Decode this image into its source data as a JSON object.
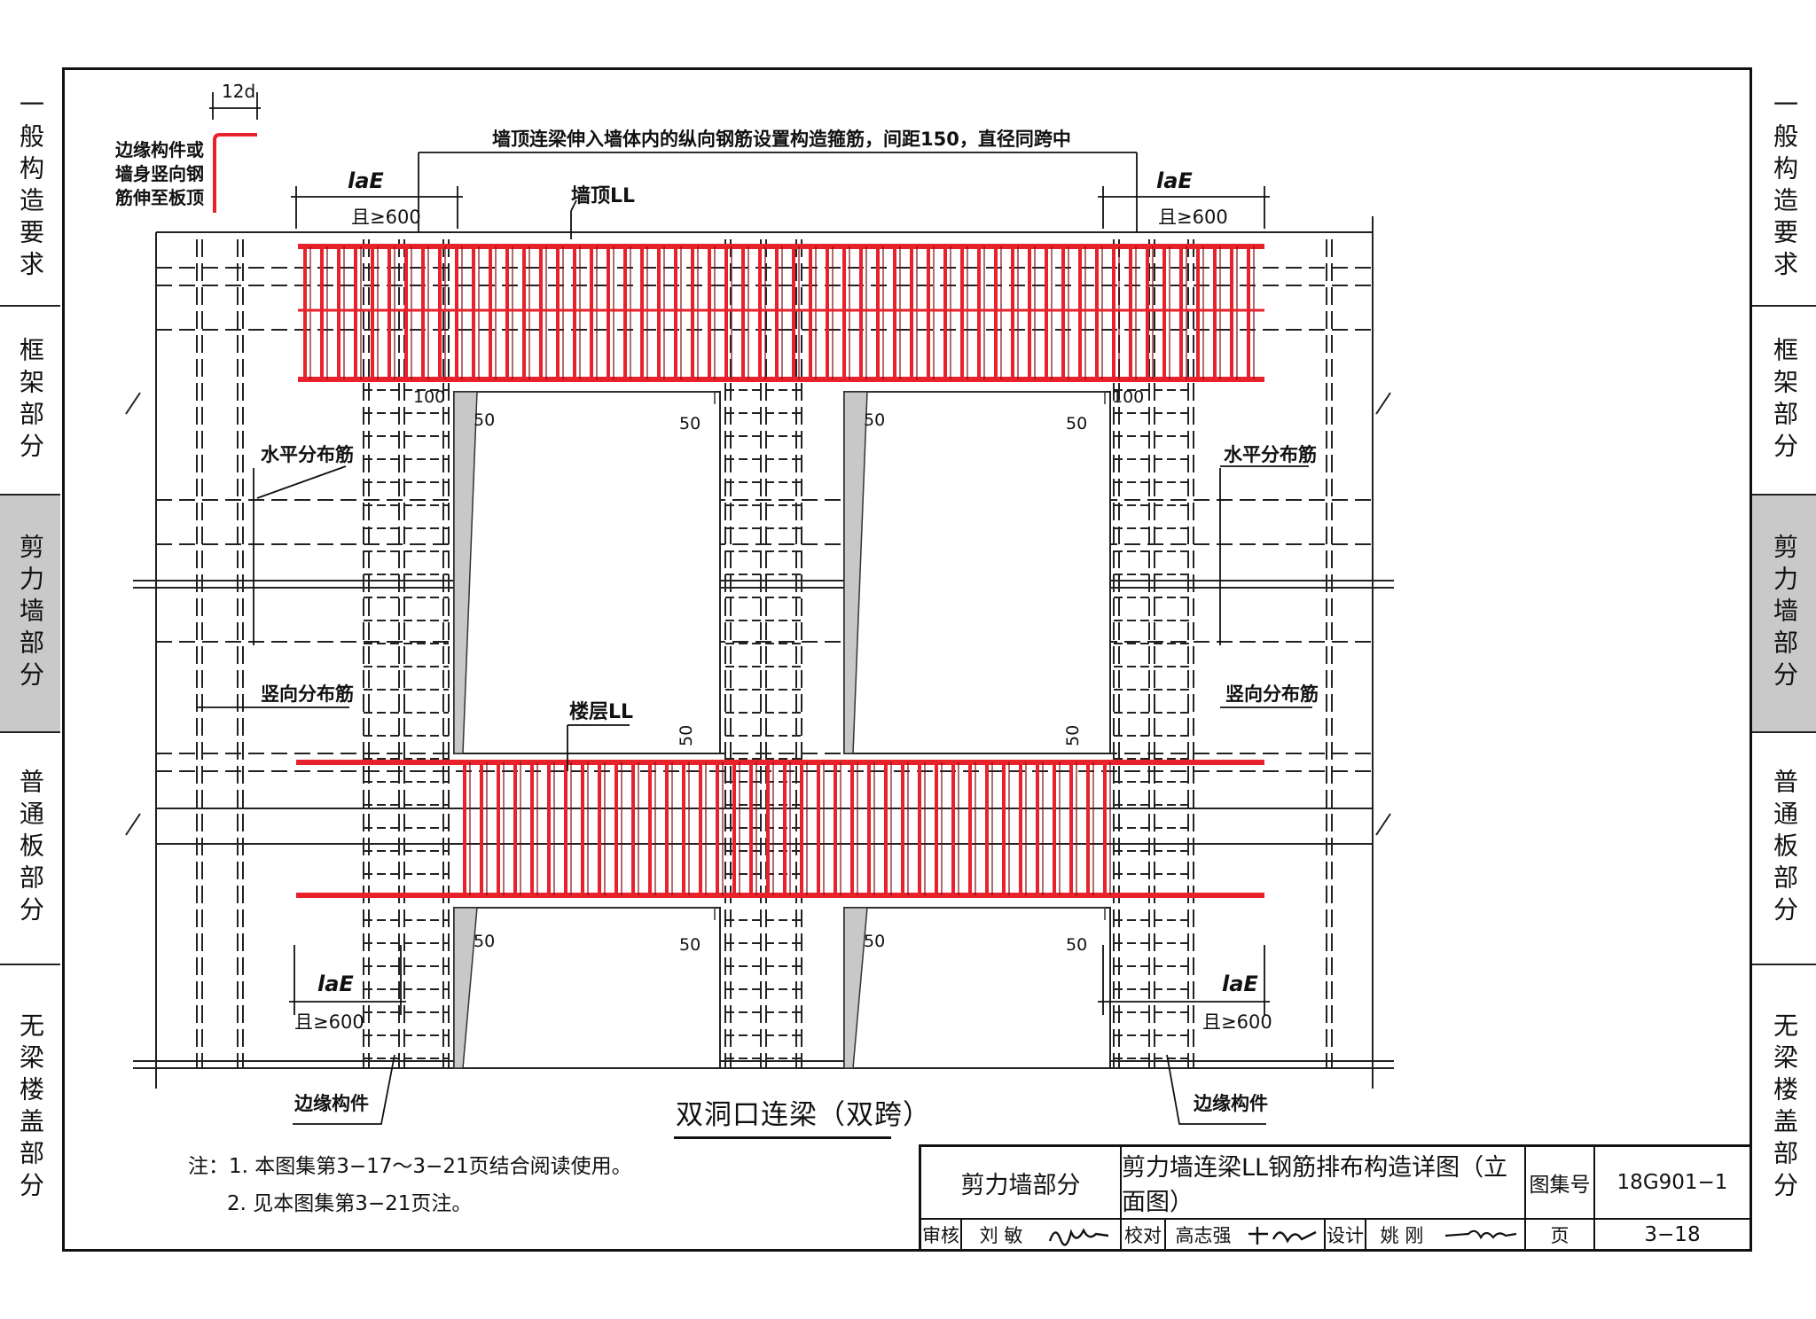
{
  "side_tabs": [
    {
      "label": "一般构造要求",
      "active": false
    },
    {
      "label": "框架部分",
      "active": false
    },
    {
      "label": "剪力墙部分",
      "active": true
    },
    {
      "label": "普通板部分",
      "active": false
    },
    {
      "label": "无梁楼盖部分",
      "active": false
    }
  ],
  "drawing": {
    "top_note": "墙顶连梁伸入墙体内的纵向钢筋设置构造箍筋，间距150，直径同跨中",
    "dim_12d": "12d",
    "edge_note": [
      "边缘构件或",
      "墙身竖向钢",
      "筋伸至板顶"
    ],
    "lae": "laE",
    "lae_min": "且≥600",
    "top_beam": "墙顶LL",
    "floor_beam": "楼层LL",
    "horizontal_bars": "水平分布筋",
    "vertical_bars": "竖向分布筋",
    "boundary_element": "边缘构件",
    "dim_100": "100",
    "dim_50": "50",
    "caption": "双洞口连梁（双跨）",
    "rebar_color": "#e8212b"
  },
  "notes": {
    "line1": "注：1. 本图集第3−17～3−21页结合阅读使用。",
    "line2": "2. 见本图集第3−21页注。"
  },
  "title_block": {
    "section": "剪力墙部分",
    "title": "剪力墙连梁LL钢筋排布构造详图（立面图）",
    "atlas_label": "图集号",
    "atlas_no": "18G901−1",
    "review_label": "审核",
    "review_name": "刘 敏",
    "check_label": "校对",
    "check_name": "高志强",
    "design_label": "设计",
    "design_name": "姚 刚",
    "page_label": "页",
    "page_no": "3−18"
  }
}
